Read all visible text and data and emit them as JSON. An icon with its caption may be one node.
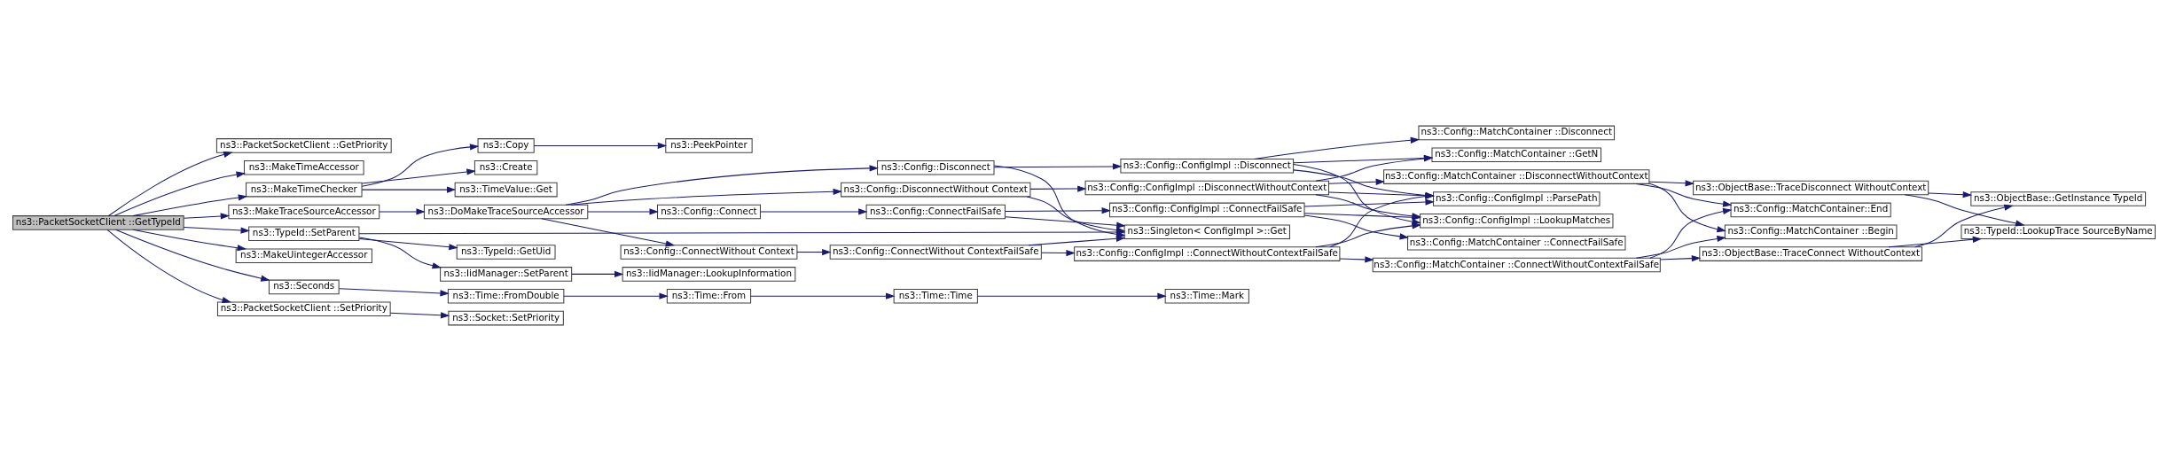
{
  "diagram": {
    "nodes": [
      {
        "text": [
          "ns3::PacketSocketClient ::GetTypeId"
        ]
      },
      {
        "text": [
          "ns3::PacketSocketClient ::GetPriority"
        ]
      },
      {
        "text": [
          "ns3::MakeTimeAccessor"
        ]
      },
      {
        "text": [
          "ns3::MakeTimeChecker"
        ]
      },
      {
        "text": [
          "ns3::MakeTraceSourceAccessor"
        ]
      },
      {
        "text": [
          "ns3::TypeId::SetParent"
        ]
      },
      {
        "text": [
          "ns3::MakeUintegerAccessor"
        ]
      },
      {
        "text": [
          "ns3::Seconds"
        ]
      },
      {
        "text": [
          "ns3::PacketSocketClient ::SetPriority"
        ]
      },
      {
        "text": [
          "ns3::Copy"
        ]
      },
      {
        "text": [
          "ns3::Create"
        ]
      },
      {
        "text": [
          "ns3::TimeValue::Get"
        ]
      },
      {
        "text": [
          "ns3::DoMakeTraceSourceAccessor"
        ]
      },
      {
        "text": [
          "ns3::TypeId::GetUid"
        ]
      },
      {
        "text": [
          "ns3::IidManager::SetParent"
        ]
      },
      {
        "text": [
          "ns3::Time::FromDouble"
        ]
      },
      {
        "text": [
          "ns3::Socket::SetPriority"
        ]
      },
      {
        "text": [
          "ns3::PeekPointer"
        ]
      },
      {
        "text": [
          "ns3::Config::Connect"
        ]
      },
      {
        "text": [
          "ns3::Config::ConnectWithout Context"
        ]
      },
      {
        "text": [
          "ns3::Config::Disconnect"
        ]
      },
      {
        "text": [
          "ns3::Config::DisconnectWithout Context"
        ]
      },
      {
        "text": [
          "ns3::IidManager::LookupInformation"
        ]
      },
      {
        "text": [
          "ns3::Time::From"
        ]
      },
      {
        "text": [
          "ns3::Config::ConnectFailSafe"
        ]
      },
      {
        "text": [
          "ns3::Config::ConnectWithout ContextFailSafe"
        ]
      },
      {
        "text": [
          "ns3::Singleton< ConfigImpl >::Get"
        ]
      },
      {
        "text": [
          "ns3::Time::Time"
        ]
      },
      {
        "text": [
          "ns3::Config::ConfigImpl ::ConnectFailSafe"
        ]
      },
      {
        "text": [
          "ns3::Config::ConfigImpl ::ConnectWithoutContextFailSafe"
        ]
      },
      {
        "text": [
          "ns3::Config::ConfigImpl ::Disconnect"
        ]
      },
      {
        "text": [
          "ns3::Config::ConfigImpl ::DisconnectWithoutContext"
        ]
      },
      {
        "text": [
          "ns3::Time::Mark"
        ]
      },
      {
        "text": [
          "ns3::Config::MatchContainer ::ConnectFailSafe"
        ]
      },
      {
        "text": [
          "ns3::Config::MatchContainer ::ConnectWithoutContextFailSafe"
        ]
      },
      {
        "text": [
          "ns3::Config::ConfigImpl ::ParsePath"
        ]
      },
      {
        "text": [
          "ns3::Config::ConfigImpl ::LookupMatches"
        ]
      },
      {
        "text": [
          "ns3::Config::MatchContainer ::Disconnect"
        ]
      },
      {
        "text": [
          "ns3::Config::MatchContainer ::GetN"
        ]
      },
      {
        "text": [
          "ns3::Config::MatchContainer ::DisconnectWithoutContext"
        ]
      },
      {
        "text": [
          "ns3::ObjectBase::TraceConnect WithoutContext"
        ]
      },
      {
        "text": [
          "ns3::Config::MatchContainer ::Begin"
        ]
      },
      {
        "text": [
          "ns3::Config::MatchContainer::End"
        ]
      },
      {
        "text": [
          "ns3::ObjectBase::TraceDisconnect WithoutContext"
        ]
      },
      {
        "text": [
          "ns3::ObjectBase::GetInstance TypeId"
        ]
      },
      {
        "text": [
          "ns3::TypeId::LookupTrace SourceByName"
        ]
      }
    ],
    "edges": [
      {
        "from": 0,
        "to": 1,
        "arrow": "to"
      },
      {
        "from": 0,
        "to": 2,
        "arrow": "to"
      },
      {
        "from": 0,
        "to": 3,
        "arrow": "to"
      },
      {
        "from": 0,
        "to": 4,
        "arrow": "to"
      },
      {
        "from": 0,
        "to": 5,
        "arrow": "to"
      },
      {
        "from": 0,
        "to": 6,
        "arrow": "to"
      },
      {
        "from": 0,
        "to": 7,
        "arrow": "to"
      },
      {
        "from": 0,
        "to": 8,
        "arrow": "to"
      },
      {
        "from": 3,
        "to": 9,
        "arrow": "to"
      },
      {
        "from": 3,
        "to": 10,
        "arrow": "to"
      },
      {
        "from": 3,
        "to": 11,
        "arrow": "to"
      },
      {
        "from": 9,
        "to": 17,
        "arrow": "to"
      },
      {
        "from": 4,
        "to": 12,
        "arrow": "to"
      },
      {
        "from": 5,
        "to": 26,
        "arrow": "to"
      },
      {
        "from": 5,
        "to": 13,
        "arrow": "to"
      },
      {
        "from": 5,
        "to": 14,
        "arrow": "to"
      },
      {
        "from": 14,
        "to": 22,
        "arrow": "to"
      },
      {
        "from": 7,
        "to": 15,
        "arrow": "to"
      },
      {
        "from": 15,
        "to": 23,
        "arrow": "to"
      },
      {
        "from": 23,
        "to": 27,
        "arrow": "to"
      },
      {
        "from": 27,
        "to": 32,
        "arrow": "to"
      },
      {
        "from": 8,
        "to": 16,
        "arrow": "to"
      },
      {
        "from": 12,
        "to": 18,
        "arrow": "to"
      },
      {
        "from": 12,
        "to": 19,
        "arrow": "to"
      },
      {
        "from": 12,
        "to": 20,
        "arrow": "to"
      },
      {
        "from": 12,
        "to": 21,
        "arrow": "to"
      },
      {
        "from": 18,
        "to": 24,
        "arrow": "to"
      },
      {
        "from": 19,
        "to": 25,
        "arrow": "to"
      },
      {
        "from": 20,
        "to": 30,
        "arrow": "to"
      },
      {
        "from": 20,
        "to": 26,
        "arrow": "to"
      },
      {
        "from": 21,
        "to": 26,
        "arrow": "to"
      },
      {
        "from": 21,
        "to": 31,
        "arrow": "to"
      },
      {
        "from": 24,
        "to": 28,
        "arrow": "to"
      },
      {
        "from": 24,
        "to": 26,
        "arrow": "to"
      },
      {
        "from": 25,
        "to": 29,
        "arrow": "to"
      },
      {
        "from": 25,
        "to": 26,
        "arrow": "to"
      },
      {
        "from": 28,
        "to": 33,
        "arrow": "to"
      },
      {
        "from": 28,
        "to": 35,
        "arrow": "to"
      },
      {
        "from": 28,
        "to": 36,
        "arrow": "to"
      },
      {
        "from": 29,
        "to": 34,
        "arrow": "to"
      },
      {
        "from": 29,
        "to": 35,
        "arrow": "to"
      },
      {
        "from": 29,
        "to": 36,
        "arrow": "to"
      },
      {
        "from": 30,
        "to": 35,
        "arrow": "to"
      },
      {
        "from": 30,
        "to": 36,
        "arrow": "to"
      },
      {
        "from": 30,
        "to": 37,
        "arrow": "to"
      },
      {
        "from": 30,
        "to": 38,
        "arrow": "to"
      },
      {
        "from": 31,
        "to": 35,
        "arrow": "to"
      },
      {
        "from": 31,
        "to": 36,
        "arrow": "to"
      },
      {
        "from": 31,
        "to": 38,
        "arrow": "to"
      },
      {
        "from": 31,
        "to": 39,
        "arrow": "to"
      },
      {
        "from": 34,
        "to": 40,
        "arrow": "to"
      },
      {
        "from": 34,
        "to": 41,
        "arrow": "to"
      },
      {
        "from": 34,
        "to": 42,
        "arrow": "to"
      },
      {
        "from": 39,
        "to": 41,
        "arrow": "to"
      },
      {
        "from": 39,
        "to": 42,
        "arrow": "to"
      },
      {
        "from": 39,
        "to": 43,
        "arrow": "to"
      },
      {
        "from": 40,
        "to": 44,
        "arrow": "to"
      },
      {
        "from": 40,
        "to": 45,
        "arrow": "to"
      },
      {
        "from": 43,
        "to": 44,
        "arrow": "to"
      },
      {
        "from": 43,
        "to": 45,
        "arrow": "to"
      }
    ]
  }
}
